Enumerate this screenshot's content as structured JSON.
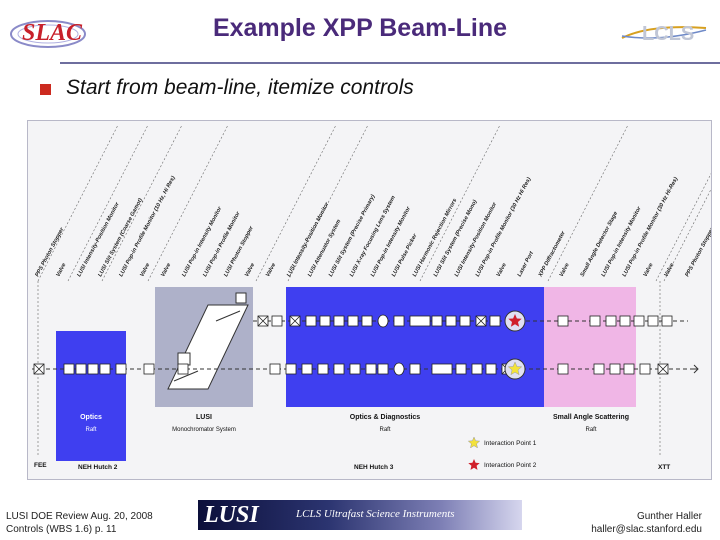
{
  "slide": {
    "title": "Example XPP Beam-Line",
    "bullet": "Start from beam-line, itemize controls"
  },
  "logos": {
    "left": "SLAC",
    "right": "LCLS"
  },
  "diagram": {
    "rotated_labels": [
      "PPS Photon Stopper",
      "Valve",
      "LUSI Intensity-Position Monitor",
      "LUSI Slit System (Coarse Gamot)",
      "LUSI Pop-in Profile Monitor (10 Hz, Hi Res)",
      "Valve",
      "Valve",
      "LUSI Pop-in Intensity Monitor",
      "LUSI Pop-in Profile Monitor",
      "LUSI Photon Stopper",
      "Valve",
      "Valve",
      "LUSI Intensity-Position Monitor",
      "LUSI Attenuator System",
      "LUSI Slit System (Precise Primary)",
      "LUSI X-ray Focusing Lens System",
      "LUSI Pop-in Intensity Monitor",
      "LUSI Pulse Picker",
      "LUSI Harmonic Rejection Mirrors",
      "LUSI Slit System (Precise Mono)",
      "LUSI Intensity-Position Monitor",
      "LUSI Pop-in Profile Monitor (30 Hz Hi Res)",
      "Valve",
      "Laser Port",
      "XPP Diffractometer",
      "Valve",
      "Small Angle Detector Stage",
      "LUSI Pop-in Intensity Monitor",
      "LUSI Pop-in Profile Monitor (30 Hz Hi-Res)",
      "Valve",
      "Valve",
      "PPS Photon Stopper"
    ],
    "regions": [
      {
        "name": "Optics",
        "sub": "Raft",
        "color": "#3f3ff0"
      },
      {
        "name": "LUSI",
        "sub": "Monochromator System",
        "color": "#aeb1c9"
      },
      {
        "name": "Optics & Diagnostics",
        "sub": "Raft",
        "color": "#3f3ff0"
      },
      {
        "name": "Small Angle Scattering",
        "sub": "Raft",
        "color": "#f0b6e6"
      }
    ],
    "bottom_labels": {
      "fee": "FEE",
      "neh2": "NEH Hutch 2",
      "neh3": "NEH Hutch 3",
      "xtt": "XTT"
    },
    "legend": {
      "ip1": "Interaction Point 1",
      "ip2": "Interaction Point 2"
    },
    "colors": {
      "region_blue": "#3f3ff0",
      "region_gray": "#aeb1c9",
      "region_pink": "#f0b6e6",
      "star_yellow": "#f3e23a",
      "star_red": "#d01f2a"
    }
  },
  "footer": {
    "left_line1": "LUSI DOE Review Aug. 20, 2008",
    "left_line2": "Controls (WBS 1.6) p. 11",
    "right_line1": "Gunther Haller",
    "right_line2": "haller@slac.stanford.edu",
    "banner_title": "LUSI",
    "banner_subtitle": "LCLS Ultrafast Science Instruments"
  }
}
